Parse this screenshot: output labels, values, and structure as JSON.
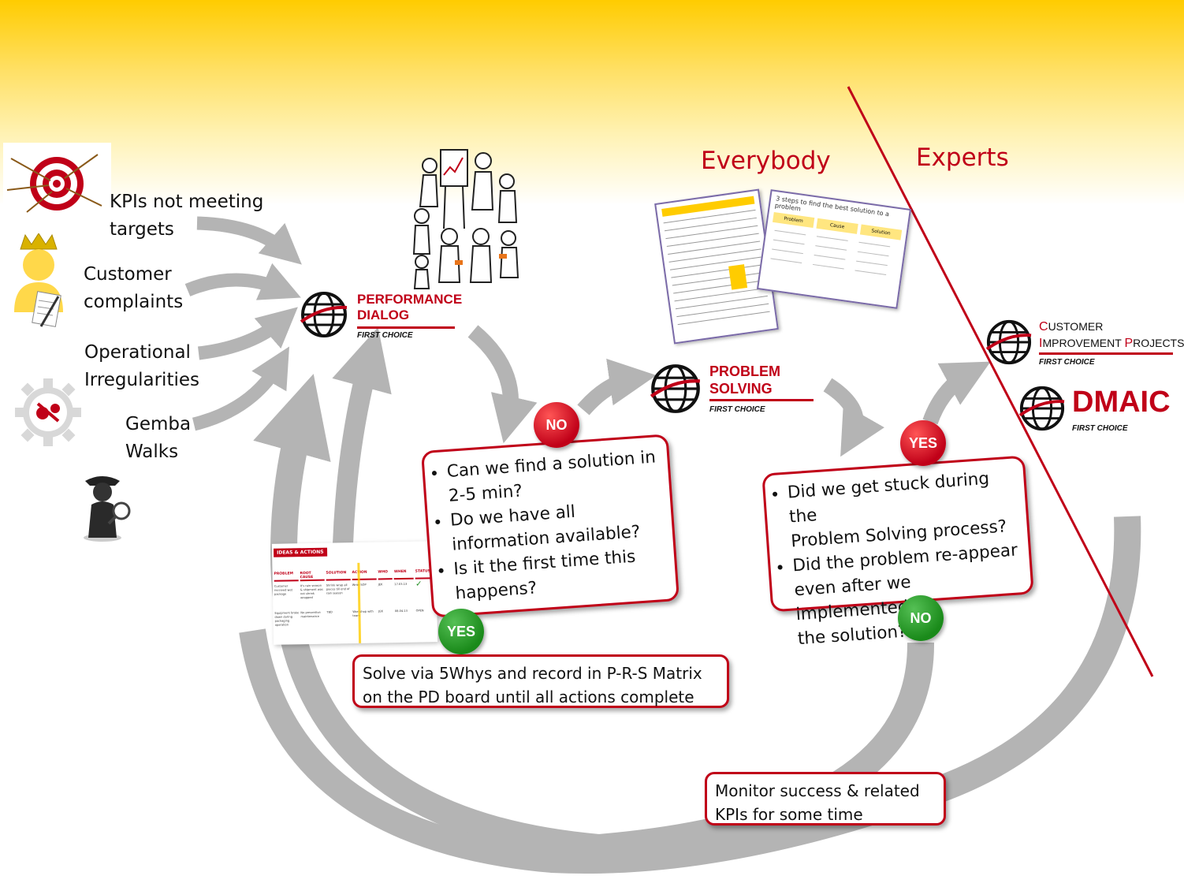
{
  "colors": {
    "accent": "#c00018",
    "arrow": "#b4b4b4",
    "yes": "#1a8a1a",
    "no": "#c00018",
    "top_gradient": "#ffcc00"
  },
  "headers": {
    "everybody": "Everybody",
    "experts": "Experts"
  },
  "triggers": [
    {
      "label_line1": "KPIs not meeting",
      "label_line2": "targets",
      "icon": "target-icon"
    },
    {
      "label_line1": "Customer",
      "label_line2": "complaints",
      "icon": "customer-icon"
    },
    {
      "label_line1": "Operational",
      "label_line2": "Irregularities",
      "icon": "gear-icon"
    },
    {
      "label_line1": "Gemba",
      "label_line2": "Walks",
      "icon": "detective-icon"
    }
  ],
  "logos": {
    "performance_dialog": {
      "line1": "PERFORMANCE",
      "line2": "DIALOG",
      "sub": "FIRST CHOICE"
    },
    "problem_solving": {
      "line1": "PROBLEM",
      "line2": "SOLVING",
      "sub": "FIRST CHOICE"
    },
    "cip": {
      "c_cap": "C",
      "line1_rest": "USTOMER",
      "i_cap": "I",
      "line2_rest": "MPROVEMENT",
      "p_cap": "P",
      "line2_rest2": "ROJECTS",
      "sub": "FIRST CHOICE"
    },
    "dmaic": {
      "title": "DMAIC",
      "sub": "FIRST CHOICE"
    }
  },
  "question_box_1": {
    "items": [
      {
        "l1": "Can we find a solution in",
        "l2": "2-5 min?"
      },
      {
        "l1": "Do we have all",
        "l2": "information available?"
      },
      {
        "l1": "Is it the first time this",
        "l2": "happens?"
      }
    ]
  },
  "question_box_2": {
    "items": [
      {
        "l1": "Did we get stuck during the",
        "l2": "Problem Solving process?"
      },
      {
        "l1": "Did the problem re-appear",
        "l2": "even after we implemented",
        "l3": "the solution?"
      }
    ]
  },
  "badges": {
    "no": "NO",
    "yes": "YES"
  },
  "solve_box": {
    "line1": "Solve via 5Whys and record in P-R-S Matrix",
    "line2": "on the PD board until all actions complete"
  },
  "monitor_box": {
    "line1": "Monitor success & related",
    "line2": "KPIs for some time"
  },
  "prs_matrix": {
    "title": "IDEAS & ACTIONS",
    "columns": [
      "PROBLEM",
      "ROOT CAUSE",
      "SOLUTION",
      "ACTION",
      "WHO",
      "WHEN",
      "STATUS"
    ],
    "rows": [
      [
        "Customer received wet package",
        "It's rain season & shipment was not shrink wrapped",
        "Shrink wrap all pieces till end of rain season",
        "Write SOP",
        "JEK",
        "17.03.13",
        "✓"
      ],
      [
        "Equipment broke down during packaging operation",
        "No preventive maintenance",
        "TBD",
        "Workshop with team",
        "JEK",
        "08.04.13",
        "OPEN"
      ]
    ]
  },
  "steps_doc": {
    "title": "3 steps to find the best solution to a problem",
    "steps": [
      "Problem",
      "Cause",
      "Solution"
    ]
  }
}
